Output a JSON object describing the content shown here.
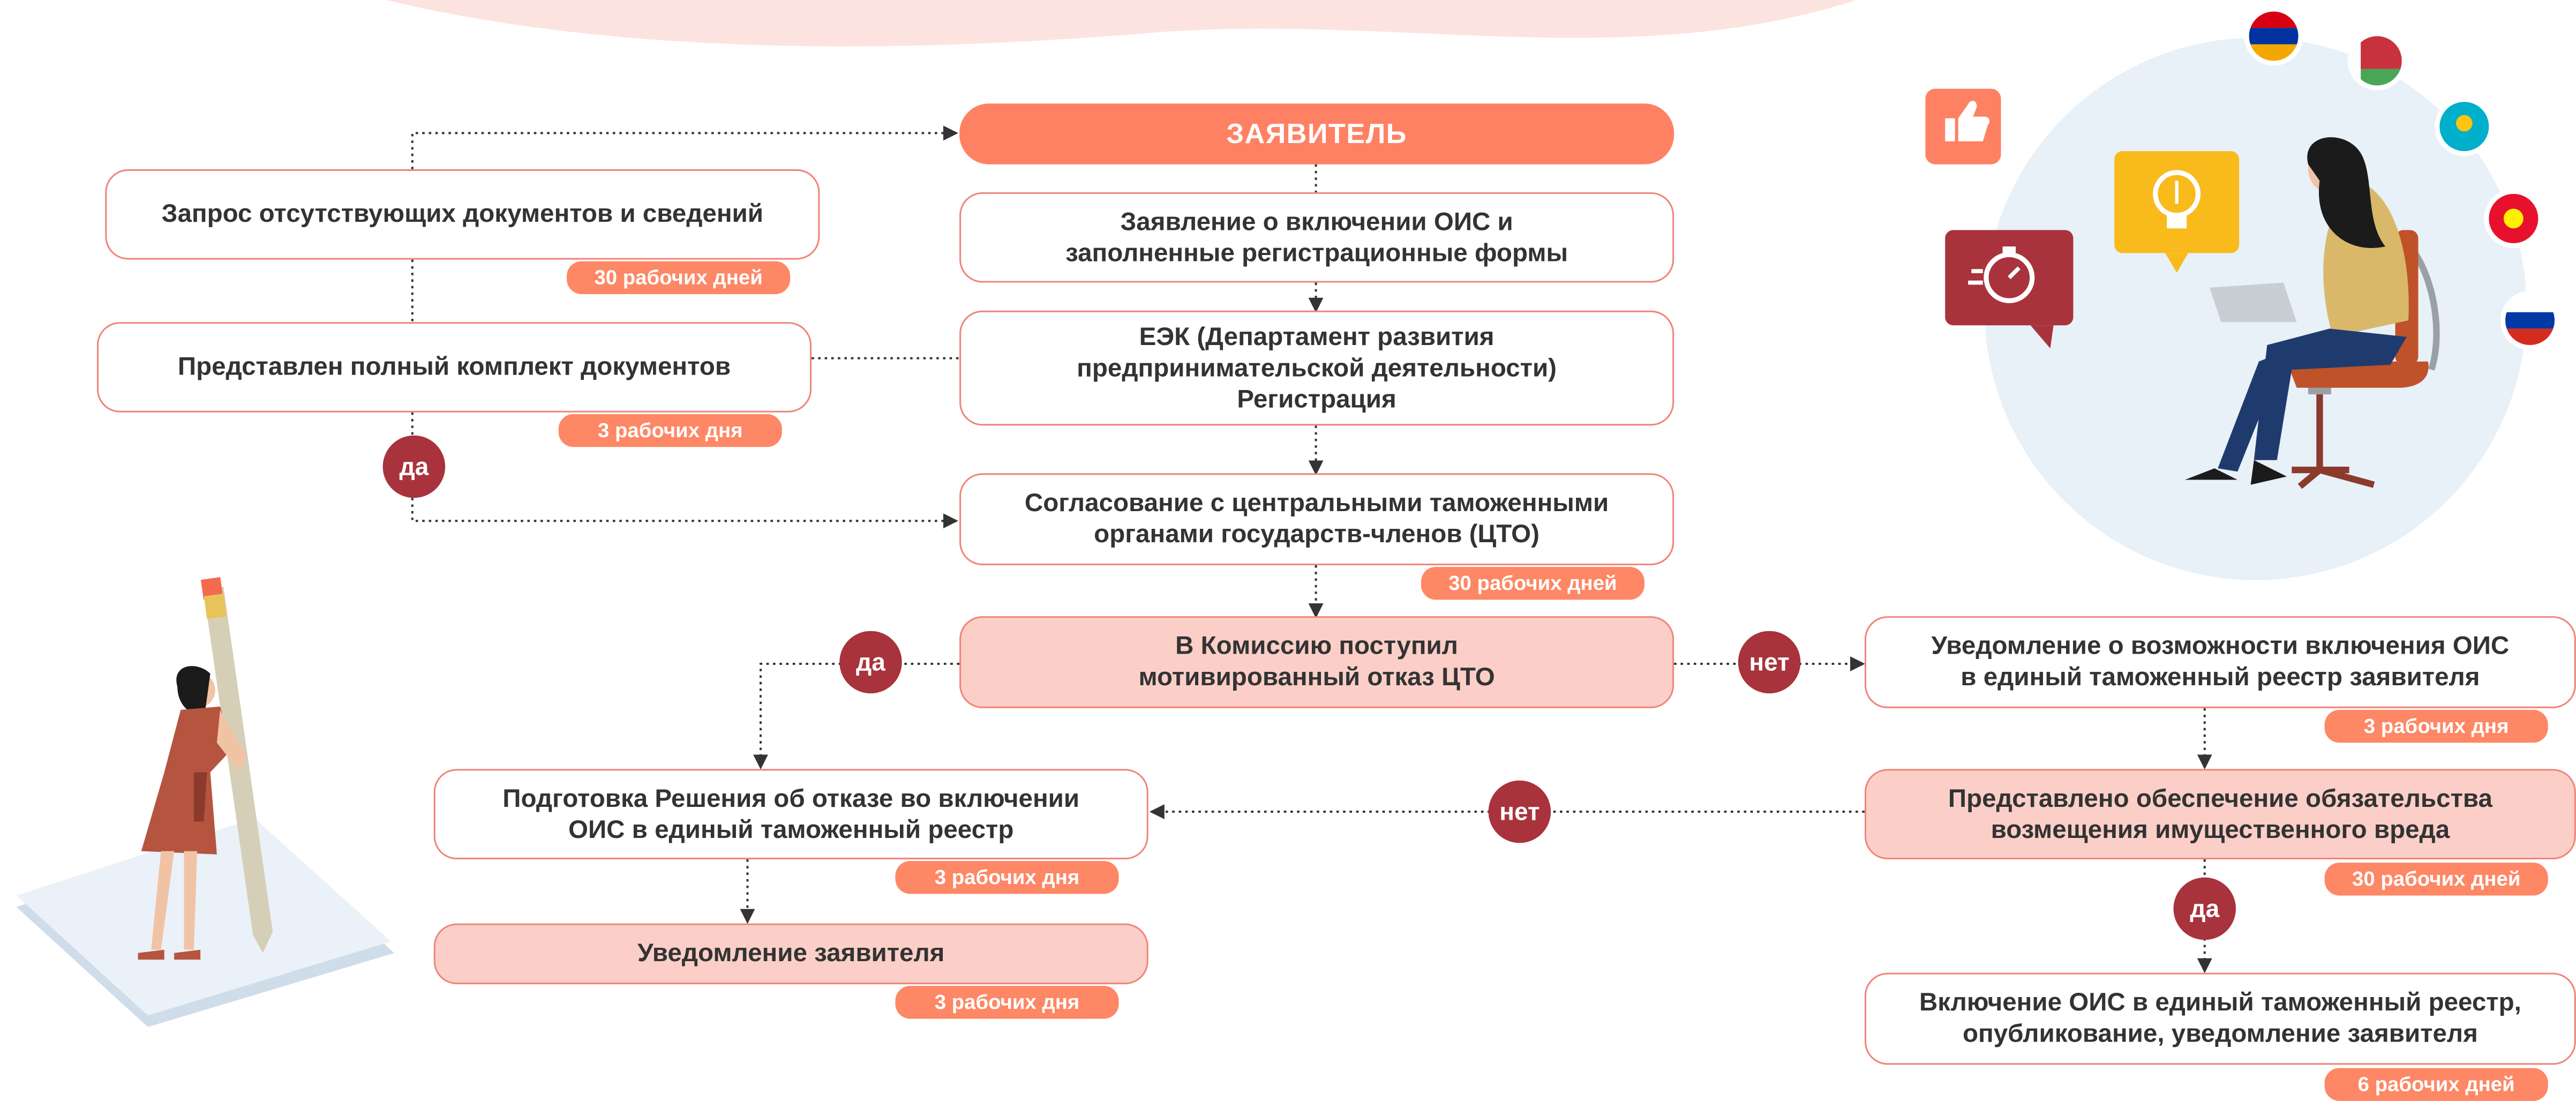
{
  "header": {
    "applicant": "ЗАЯВИТЕЛЬ"
  },
  "left": {
    "request_docs": "Запрос отсутствующих документов и сведений",
    "request_days": "30 рабочих дней",
    "full_set": "Представлен полный комплект документов",
    "full_set_days": "3 рабочих дня",
    "yes_label": "да"
  },
  "center": {
    "application": "Заявление о включении ОИС и\nзаполненные регистрационные формы",
    "eec": "ЕЭК (Департамент развития\nпредпринимательской деятельности)\nРегистрация",
    "coordination": "Согласование с центральными таможенными\nорганами государств-членов (ЦТО)",
    "coordination_days": "30 рабочих дней",
    "refusal": "В Комиссию поступил\nмотивированный отказ ЦТО",
    "refusal_yes": "да",
    "refusal_no": "нет"
  },
  "decline_branch": {
    "decision": "Подготовка Решения об отказе во включении\nОИС в единый таможенный реестр",
    "decision_days": "3 рабочих дня",
    "notify": "Уведомление заявителя",
    "notify_days": "3 рабочих дня",
    "no_label": "нет"
  },
  "accept_branch": {
    "notice": "Уведомление о возможности включения ОИС\nв единый таможенный реестр заявителя",
    "notice_days": "3 рабочих дня",
    "security": "Представлено обеспечение обязательства\nвозмещения имущественного вреда",
    "security_days": "30 рабочих дней",
    "yes_label": "да",
    "inclusion": "Включение ОИС в единый таможенный  реестр,\nопубликование, уведомление заявителя",
    "inclusion_days": "6 рабочих дней"
  },
  "colors": {
    "accent": "#ff8163",
    "pill": "#fe8765",
    "pink": "#fbcfc8",
    "circle": "#a8333c",
    "border": "#f0857a",
    "blob": "#e8f0f8"
  },
  "icons": [
    "armenia-flag-icon",
    "belarus-flag-icon",
    "kazakhstan-flag-icon",
    "kyrgyzstan-flag-icon",
    "russia-flag-icon",
    "like-icon",
    "lightbulb-icon",
    "stopwatch-icon",
    "pencil-icon"
  ]
}
